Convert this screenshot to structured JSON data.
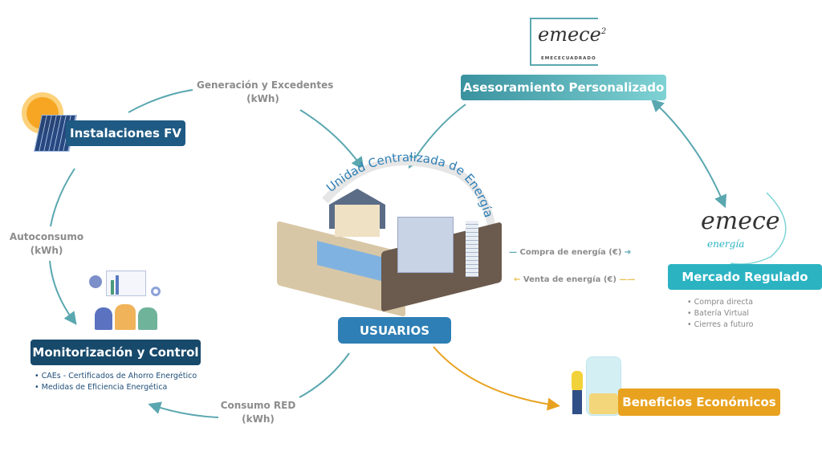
{
  "nodes": {
    "fv": {
      "label": "Instalaciones FV"
    },
    "monitor": {
      "label": "Monitorización y Control",
      "bullets": [
        "CAEs - Certificados de Ahorro Energético",
        "Medidas de Eficiencia Energética"
      ]
    },
    "asesoramiento": {
      "label": "Asesoramiento Personalizado"
    },
    "mercado": {
      "label": "Mercado Regulado",
      "bullets": [
        "Compra directa",
        "Batería Virtual",
        "Cierres a futuro"
      ]
    },
    "usuarios": {
      "label": "USUARIOS"
    },
    "beneficios": {
      "label": "Beneficios Económicos"
    },
    "central": {
      "label": "Unidad Centralizada de Energía"
    }
  },
  "flows": {
    "generacion": {
      "line1": "Generación y Excedentes",
      "line2": "(kWh)"
    },
    "autoconsumo": {
      "line1": "Autoconsumo",
      "line2": "(kWh)"
    },
    "consumo": {
      "line1": "Consumo RED",
      "line2": "(kWh)"
    },
    "compra": "Compra de energía (€)",
    "venta": "Venta de energía (€)"
  },
  "logos": {
    "emece2": {
      "script": "emece",
      "sup": "2",
      "sub": "EMECECUADRADO"
    },
    "emece_energia": {
      "script": "emece",
      "sub": "energía"
    }
  },
  "colors": {
    "teal": "#5aa7b0",
    "navy": "#17496b",
    "blue": "#2e7fb5",
    "gold": "#e8a21f",
    "cyan": "#2bb3c2"
  }
}
